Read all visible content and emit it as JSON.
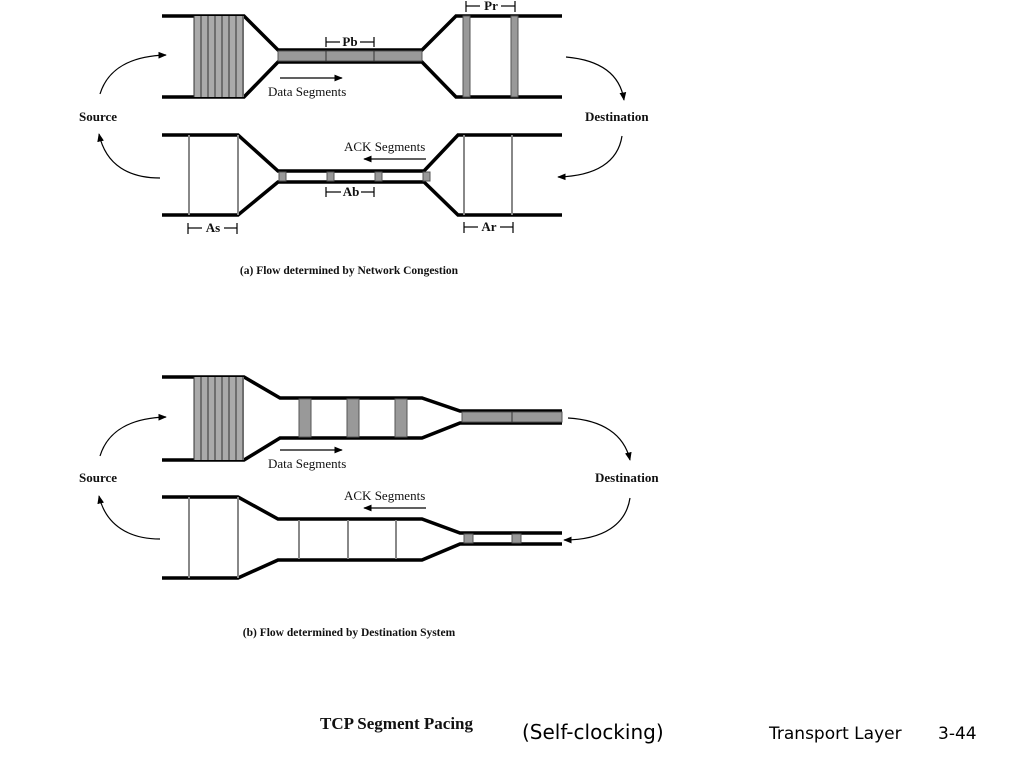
{
  "panel_a": {
    "source_label": "Source",
    "destination_label": "Destination",
    "pb_label": "Pb",
    "pr_label": "Pr",
    "data_segments_label": "Data Segments",
    "ack_segments_label": "ACK Segments",
    "ab_label": "Ab",
    "as_label": "As",
    "ar_label": "Ar",
    "caption": "(a) Flow determined by Network Congestion"
  },
  "panel_b": {
    "source_label": "Source",
    "destination_label": "Destination",
    "data_segments_label": "Data Segments",
    "ack_segments_label": "ACK Segments",
    "caption": "(b) Flow determined by Destination System"
  },
  "footer": {
    "title": "TCP Segment Pacing",
    "subtitle": "(Self-clocking)",
    "course": "Transport Layer",
    "page": "3-44"
  }
}
